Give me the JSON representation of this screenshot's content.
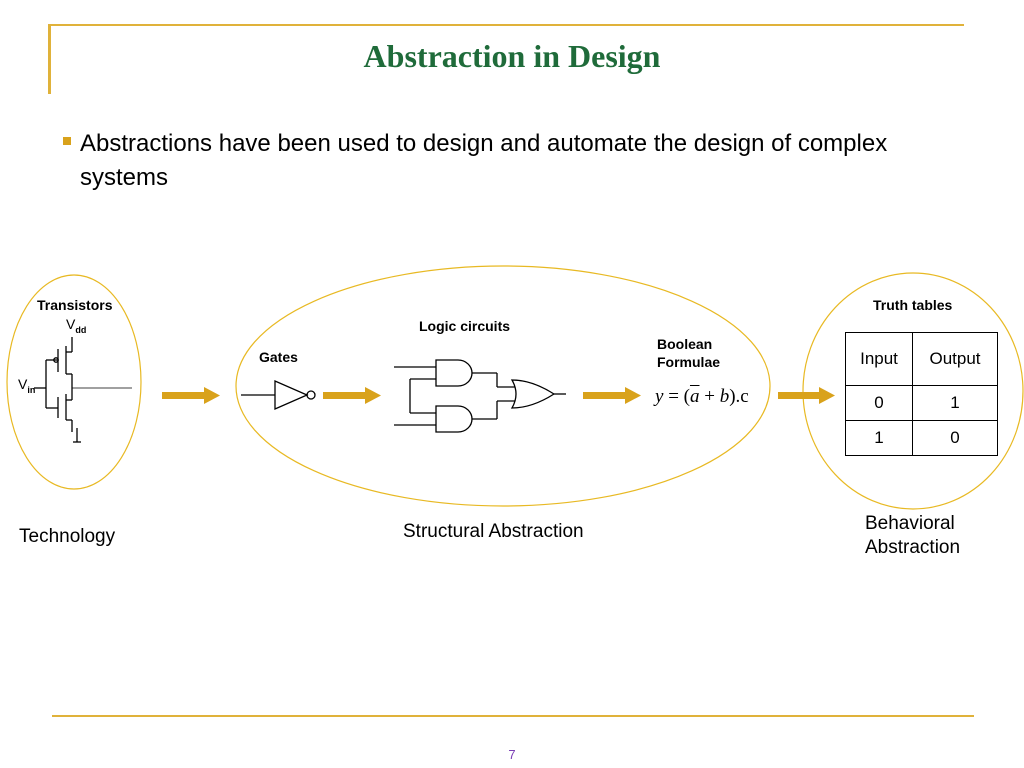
{
  "slide": {
    "title": "Abstraction in Design",
    "bullet": "Abstractions have been used to design and automate the design of complex systems",
    "page_number": "7"
  },
  "diagram": {
    "technology": {
      "label": "Transistors",
      "vdd_main": "V",
      "vdd_sub": "dd",
      "vin_main": "V",
      "vin_sub": "in",
      "caption": "Technology"
    },
    "structural": {
      "gates_label": "Gates",
      "logic_label": "Logic circuits",
      "boolean_label_line1": "Boolean",
      "boolean_label_line2": "Formulae",
      "formula": {
        "lhs": "y",
        "eq": " = (",
        "a": "a",
        "plus": " + ",
        "b": "b",
        "rhs": ").c"
      },
      "caption": "Structural Abstraction"
    },
    "behavioral": {
      "label": "Truth tables",
      "table": {
        "headers": [
          "Input",
          "Output"
        ],
        "rows": [
          [
            "0",
            "1"
          ],
          [
            "1",
            "0"
          ]
        ]
      },
      "caption_line1": "Behavioral",
      "caption_line2": "Abstraction"
    }
  },
  "colors": {
    "title": "#1f6b3a",
    "accent": "#e0b23a",
    "arrow": "#d9a21b",
    "page_number": "#7b3fb5"
  }
}
